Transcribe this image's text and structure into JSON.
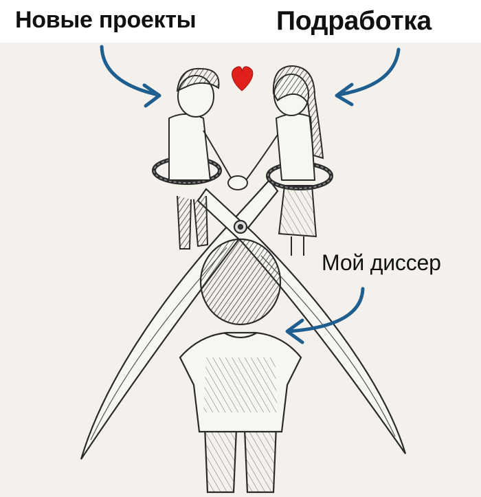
{
  "captions": {
    "left": "Новые проекты",
    "right": "Подработка",
    "bottom": "Мой диссер"
  },
  "colors": {
    "paper": "#f4f1ec",
    "ink": "#2a2a2a",
    "arrow": "#1f5f8f",
    "heart": "#e0201c"
  },
  "icons": {
    "arrow_left": "curved-arrow-icon",
    "arrow_right": "curved-arrow-icon",
    "arrow_bottom": "curved-arrow-icon",
    "heart": "heart-icon"
  }
}
